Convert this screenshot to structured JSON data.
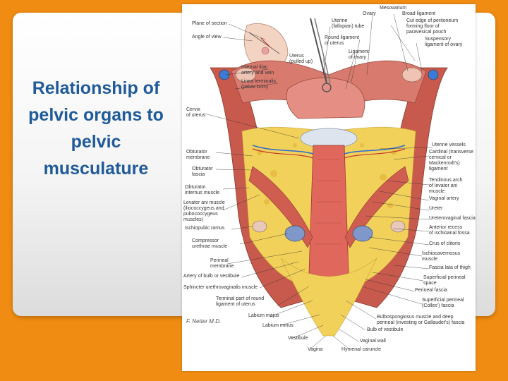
{
  "slide": {
    "title": "Relationship of pelvic organs to pelvic musculature",
    "background_color": "#f08c12",
    "title_color": "#1f5a99"
  },
  "figure": {
    "signature": "F. Netter M.D.",
    "labels": {
      "mesovarium": "Mesovarium",
      "ovary": "Ovary",
      "broad_ligament": "Broad ligament",
      "plane_of_section": "Plane of section",
      "uterine_tube": "Uterine\n(fallopian) tube",
      "cut_edge": "Cut edge of peritoneum\nforming floor of\nparavesical pouch",
      "angle_of_view": "Angle of view",
      "round_ligament": "Round ligament\nof uterus",
      "suspensory_ligament": "Suspensory\nligament of ovary",
      "ligament_of_ovary": "Ligament\nof ovary",
      "uterus_pulled_up": "Uterus\n(pulled up)",
      "internal_iliac": "Internal iliac\nartery and vein",
      "linea_terminalis": "Linea terminalis\n(pelvic brim)",
      "cervix": "Cervix\nof uterus",
      "uterine_vessels": "Uterine vessels",
      "obturator_membrane": "Obturator\nmembrane",
      "cardinal_ligament": "Cardinal (transverse\ncervical or\nMackenrodt's)\nligament",
      "obturator_fascia": "Obturator\nfascia",
      "obturator_internus": "Obturator\ninternus muscle",
      "tendinous_arch": "Tendinous arch\nof levator ani\nmuscle",
      "vaginal_artery": "Vaginal artery",
      "levator_ani": "Levator ani muscle\n(iliococcygeus and\npubococcygeus\nmuscles)",
      "ureter": "Ureter",
      "ureterovaginal_fascia": "Ureterovaginal fascia",
      "ischiopubic_ramus": "Ischiopubic ramus",
      "anterior_recess": "Anterior recess\nof ischioanal fossa",
      "compressor_urethrae": "Compressor\nurethrae muscle",
      "crus_of_clitoris": "Crus of clitoris",
      "ischiocavernosus": "Ischiocavernosus\nmuscle",
      "perineal_membrane": "Perineal\nmembrane",
      "fascia_lata": "Fascia lata of thigh",
      "artery_of_bulb": "Artery of bulb or vestibule",
      "superficial_perineal_space": "Superficial perineal\nspace",
      "sphincter_urethrovaginalis": "Sphincter urethrovaginalis muscle",
      "perineal_fascia": "Perineal fascia",
      "terminal_round_ligament": "Terminal part of round\nligament of uterus",
      "superficial_perineal_colles": "Superficial perineal\n(Colles') fascia",
      "labium_majus": "Labium majus",
      "bulbospongiosus": "Bulbospongiosus muscle and deep\nperineal (investing or Gallaudet's) fascia",
      "labium_minus": "Labium minus",
      "bulb_of_vestibule": "Bulb of vestibule",
      "vestibule": "Vestibule",
      "vaginal_wall": "Vaginal wall",
      "vagina": "Vagina",
      "hymenal_caruncle": "Hymenal caruncle"
    }
  }
}
